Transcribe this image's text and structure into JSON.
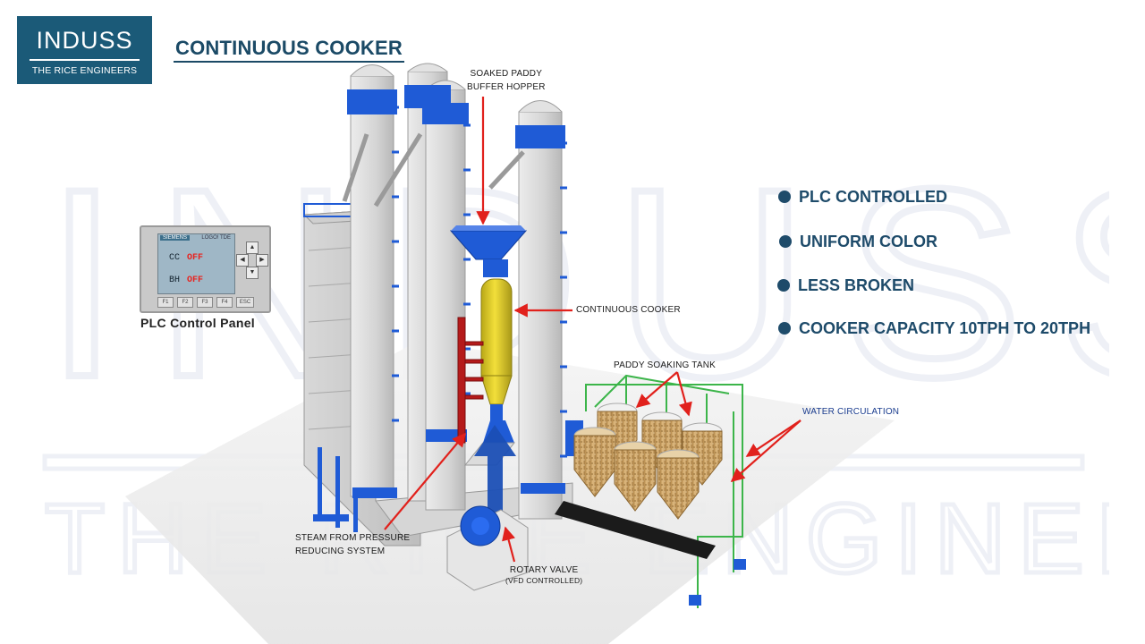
{
  "logo": {
    "name": "INDUSS",
    "tagline": "THE RICE ENGINEERS"
  },
  "watermark": {
    "line1": "INDUSS",
    "line2": "THE RICE ENGINEERS"
  },
  "title": "CONTINUOUS COOKER",
  "plc": {
    "brand": "SIEMENS",
    "model": "LOGO! TDE",
    "rows": [
      {
        "label": "CC",
        "status": "OFF"
      },
      {
        "label": "BH",
        "status": "OFF"
      }
    ],
    "label": "PLC Control Panel",
    "key_up": "▲",
    "key_down": "▼",
    "key_left": "◀",
    "key_right": "▶",
    "key_esc": "ESC",
    "fkeys": [
      "F1",
      "F2",
      "F3",
      "F4"
    ]
  },
  "features": [
    "PLC CONTROLLED",
    "UNIFORM COLOR",
    "LESS BROKEN",
    "COOKER CAPACITY 10TPH TO 20TPH"
  ],
  "annotations": {
    "hopper_line1": "SOAKED PADDY",
    "hopper_line2": "BUFFER HOPPER",
    "cooker": "CONTINUOUS COOKER",
    "soaking_tank": "PADDY SOAKING TANK",
    "water": "WATER CIRCULATION",
    "steam_line1": "STEAM FROM PRESSURE",
    "steam_line2": "REDUCING SYSTEM",
    "rotary_line1": "ROTARY VALVE",
    "rotary_line2": "(VFD CONTROLLED)"
  },
  "colors": {
    "brand": "#1b5a78",
    "heading": "#1e4b6a",
    "arrow": "#e1211c",
    "steel_blue": "#1f5bd6",
    "cooker_yellow": "#e6d12a",
    "pipe_green": "#3cb54a",
    "status_off": "#e8231f"
  }
}
